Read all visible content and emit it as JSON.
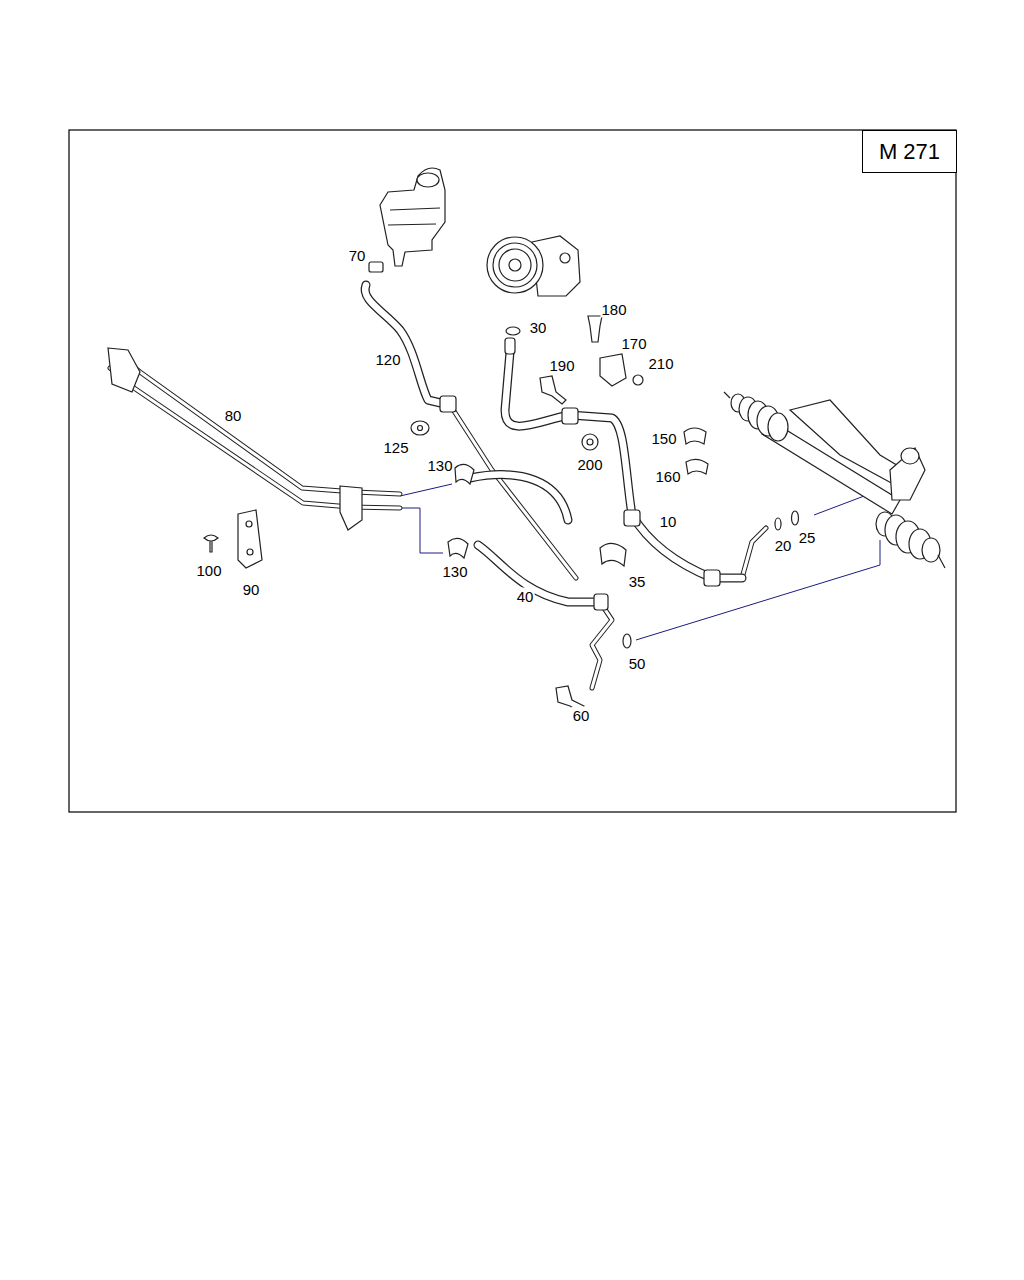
{
  "diagram": {
    "nodes": [
      {
        "text": [
          "M 271"
        ]
      }
    ],
    "labels": [
      "70",
      "120",
      "30",
      "180",
      "170",
      "190",
      "210",
      "80",
      "125",
      "130",
      "200",
      "150",
      "160",
      "10",
      "20",
      "25",
      "130",
      "35",
      "40",
      "100",
      "90",
      "50",
      "60"
    ]
  }
}
